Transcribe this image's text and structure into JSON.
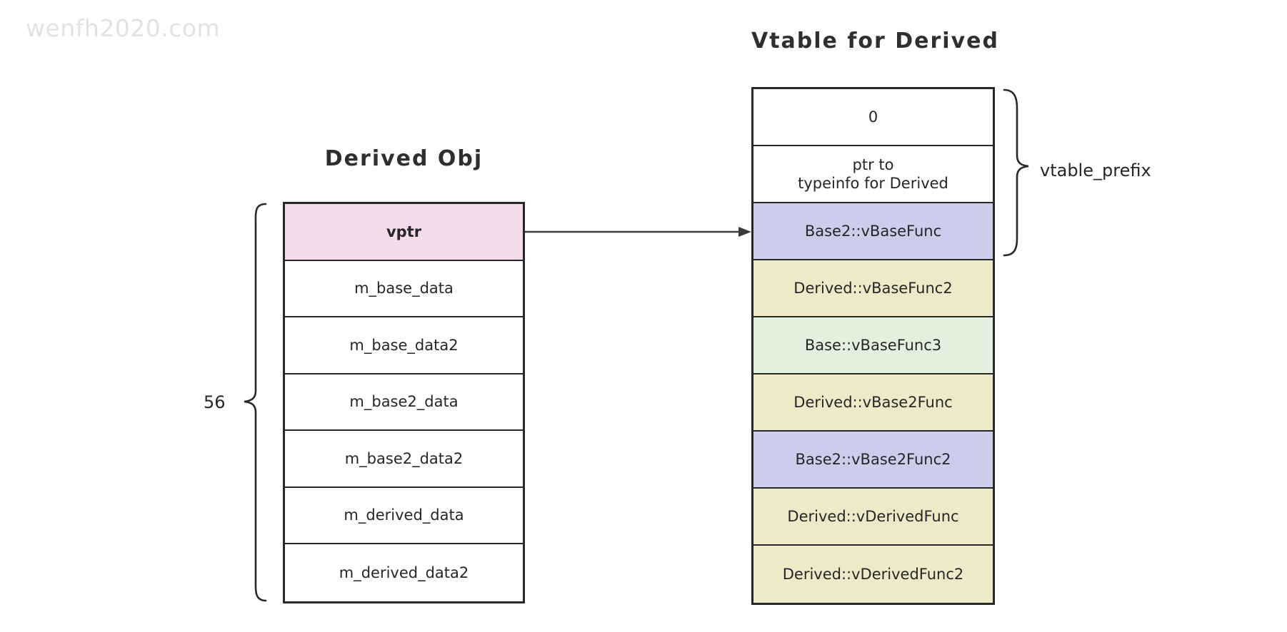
{
  "watermark": {
    "text": "wenfh2020.com"
  },
  "diagram": {
    "type": "memory-layout",
    "object_panel": {
      "title": "Derived Obj",
      "size_label": "56",
      "rows": [
        {
          "label": "vptr",
          "color": "#f5dcec",
          "bold": true,
          "points_to": "Base2::vBaseFunc"
        },
        {
          "label": "m_base_data",
          "color": "#ffffff",
          "bold": false
        },
        {
          "label": "m_base_data2",
          "color": "#ffffff",
          "bold": false
        },
        {
          "label": "m_base2_data",
          "color": "#ffffff",
          "bold": false
        },
        {
          "label": "m_base2_data2",
          "color": "#ffffff",
          "bold": false
        },
        {
          "label": "m_derived_data",
          "color": "#ffffff",
          "bold": false
        },
        {
          "label": "m_derived_data2",
          "color": "#ffffff",
          "bold": false
        }
      ]
    },
    "vtable_panel": {
      "title": "Vtable for Derived",
      "prefix_label": "vtable_prefix",
      "prefix_row_count": 3,
      "rows": [
        {
          "label": "0",
          "color": "#ffffff",
          "bold": false
        },
        {
          "label": "ptr to\ntypeinfo for Derived",
          "color": "#ffffff",
          "bold": false
        },
        {
          "label": "Base2::vBaseFunc",
          "color": "#ccccec",
          "bold": false
        },
        {
          "label": "Derived::vBaseFunc2",
          "color": "#f0e9c8",
          "bold": false
        },
        {
          "label": "Base::vBaseFunc3",
          "color": "#e3f0de",
          "bold": false
        },
        {
          "label": "Derived::vBase2Func",
          "color": "#f0e9c8",
          "bold": false
        },
        {
          "label": "Base2::vBase2Func2",
          "color": "#ccccec",
          "bold": false
        },
        {
          "label": "Derived::vDerivedFunc",
          "color": "#f0e9c8",
          "bold": false
        },
        {
          "label": "Derived::vDerivedFunc2",
          "color": "#f0e9c8",
          "bold": false
        }
      ]
    },
    "colors": {
      "stroke": "#282828",
      "text": "#262626",
      "watermark": "#e2e2e2",
      "vptr_pink": "#f5dcec",
      "lavender": "#ccccec",
      "beige": "#f0e9c8",
      "mint": "#e3f0de",
      "white": "#ffffff"
    }
  }
}
